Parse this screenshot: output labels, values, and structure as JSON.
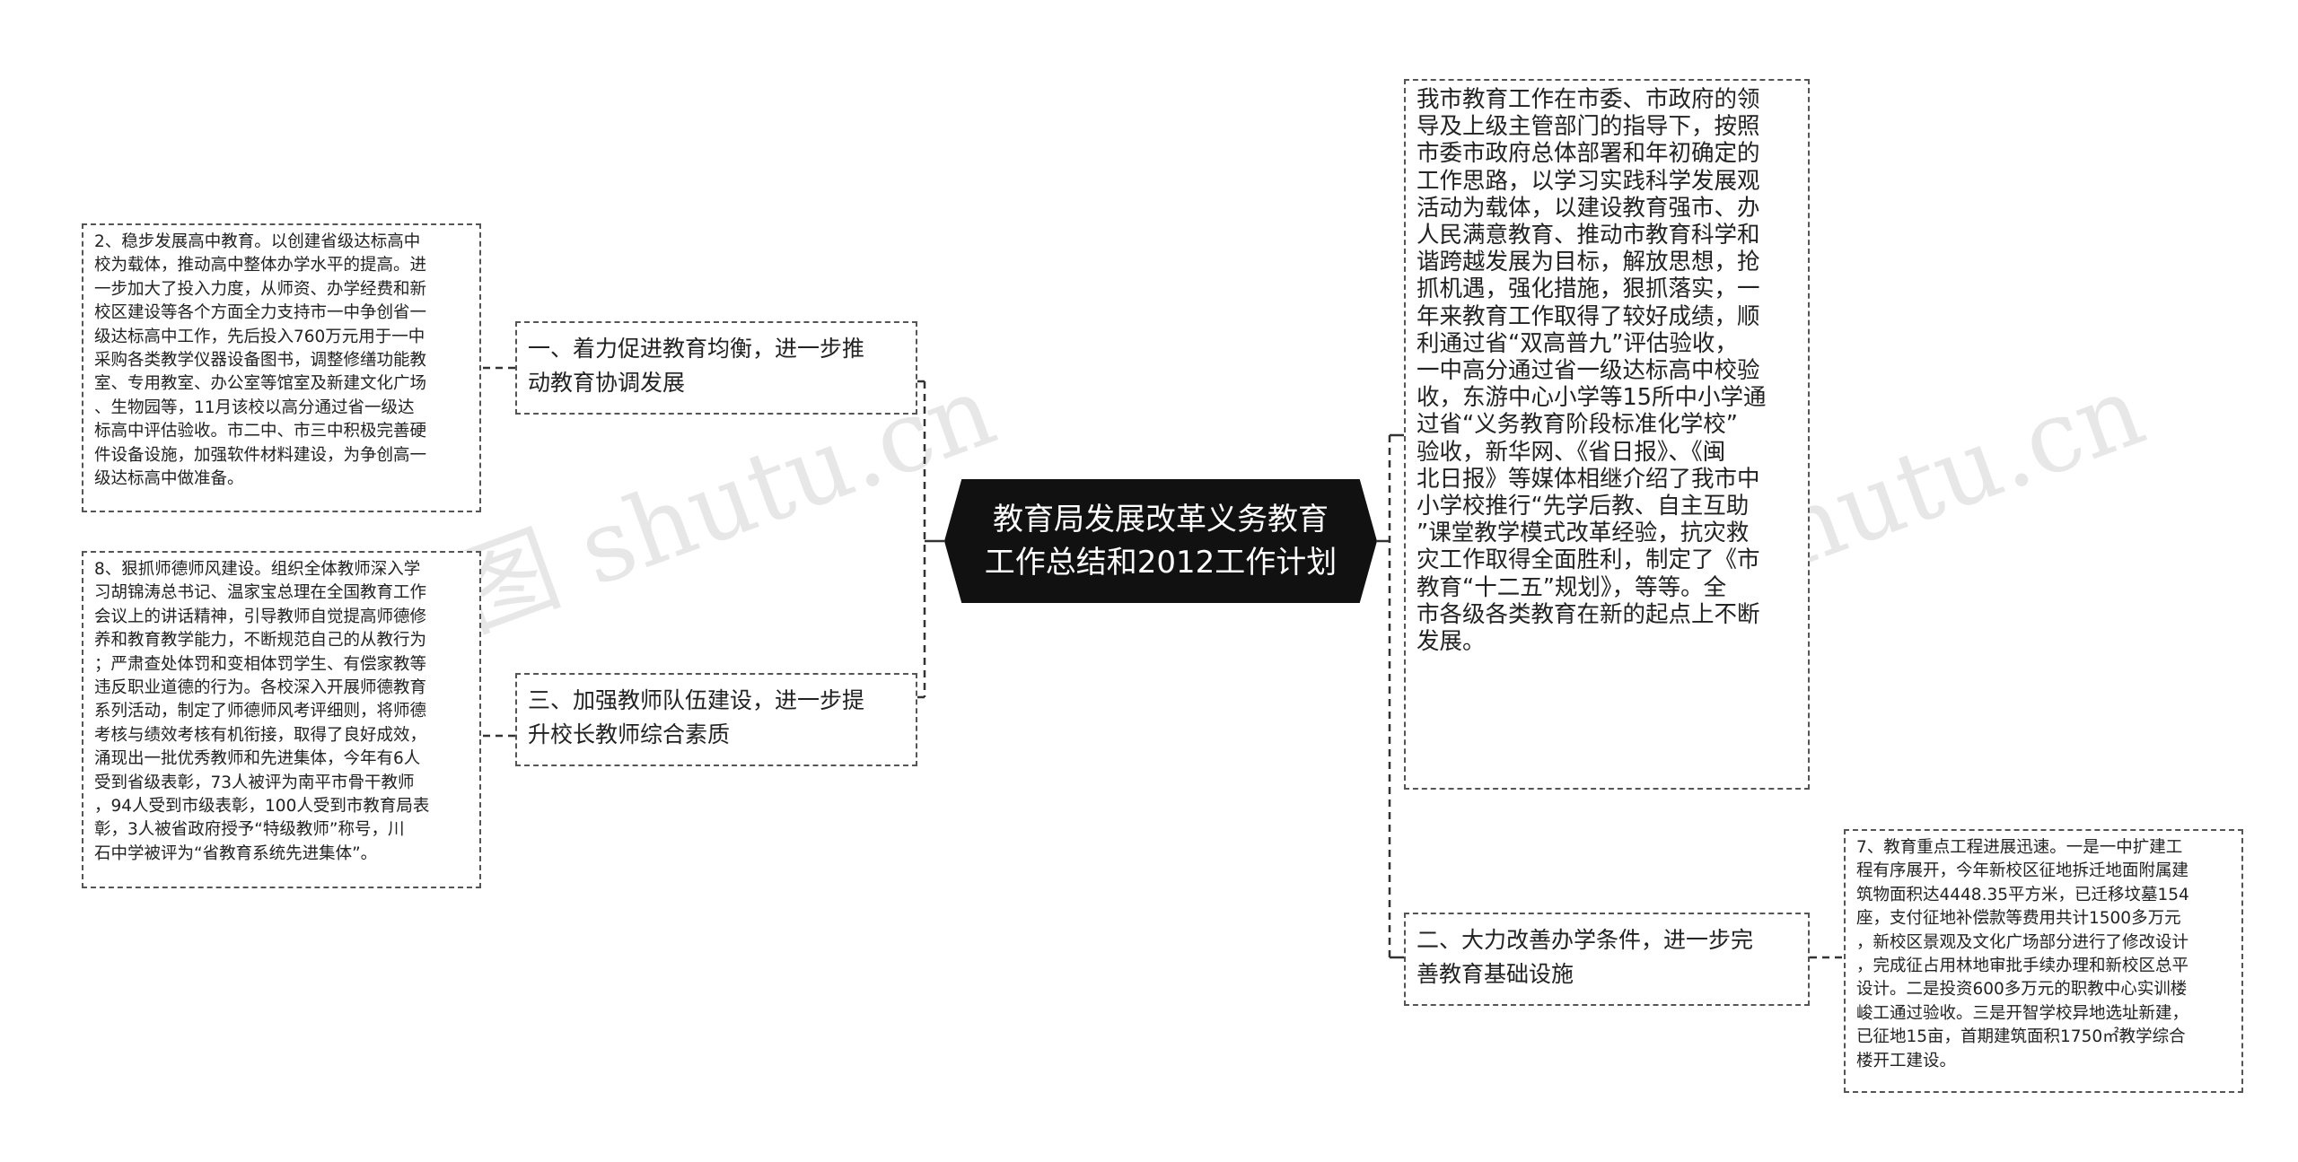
{
  "root": {
    "title": "教育局发展改革义务教育\n工作总结和2012工作计划"
  },
  "left": {
    "branch1": {
      "label": "一、着力促进教育均衡，进一步推\n动教育协调发展",
      "detail": "2、稳步发展高中教育。以创建省级达标高中\n校为载体，推动高中整体办学水平的提高。进\n一步加大了投入力度，从师资、办学经费和新\n校区建设等各个方面全力支持市一中争创省一\n级达标高中工作，先后投入760万元用于一中\n采购各类教学仪器设备图书，调整修缮功能教\n室、专用教室、办公室等馆室及新建文化广场\n、生物园等，11月该校以高分通过省一级达\n标高中评估验收。市二中、市三中积极完善硬\n件设备设施，加强软件材料建设，为争创高一\n级达标高中做准备。"
    },
    "branch3": {
      "label": "三、加强教师队伍建设，进一步提\n升校长教师综合素质",
      "detail": "8、狠抓师德师风建设。组织全体教师深入学\n习胡锦涛总书记、温家宝总理在全国教育工作\n会议上的讲话精神，引导教师自觉提高师德修\n养和教育教学能力，不断规范自己的从教行为\n；严肃查处体罚和变相体罚学生、有偿家教等\n违反职业道德的行为。各校深入开展师德教育\n系列活动，制定了师德师风考评细则，将师德\n考核与绩效考核有机衔接，取得了良好成效，\n涌现出一批优秀教师和先进集体，今年有6人\n受到省级表彰，73人被评为南平市骨干教师\n，94人受到市级表彰，100人受到市教育局表\n彰，3人被省政府授予“特级教师”称号，川\n石中学被评为“省教育系统先进集体”。"
    }
  },
  "right": {
    "summary": {
      "detail": "我市教育工作在市委、市政府的领\n导及上级主管部门的指导下，按照\n市委市政府总体部署和年初确定的\n工作思路，以学习实践科学发展观\n活动为载体，以建设教育强市、办\n人民满意教育、推动市教育科学和\n谐跨越发展为目标，解放思想，抢\n抓机遇，强化措施，狠抓落实，一\n年来教育工作取得了较好成绩，顺\n利通过省“双高普九”评估验收，\n一中高分通过省一级达标高中校验\n收，东游中心小学等15所中小学通\n过省“义务教育阶段标准化学校”\n验收，新华网、《省日报》、《闽\n北日报》等媒体相继介绍了我市中\n小学校推行“先学后教、自主互助\n”课堂教学模式改革经验，抗灾救\n灾工作取得全面胜利，制定了《市\n教育“十二五”规划》，等等。全\n市各级各类教育在新的起点上不断\n发展。"
    },
    "branch2": {
      "label": "二、大力改善办学条件，进一步完\n善教育基础设施",
      "detail": "7、教育重点工程进展迅速。一是一中扩建工\n程有序展开，今年新校区征地拆迁地面附属建\n筑物面积达4448.35平方米，已迁移坟墓154\n座，支付征地补偿款等费用共计1500多万元\n，新校区景观及文化广场部分进行了修改设计\n，完成征占用林地审批手续办理和新校区总平\n设计。二是投资600多万元的职教中心实训楼\n峻工通过验收。三是开智学校异地选址新建，\n已征地15亩，首期建筑面积1750㎡教学综合\n楼开工建设。"
    }
  },
  "watermarks": {
    "left": "树图 shutu.cn",
    "right": "树图 shutu.cn"
  },
  "colors": {
    "root_bg": "#111111",
    "root_text": "#ffffff",
    "border": "#555555",
    "line": "#333333"
  }
}
